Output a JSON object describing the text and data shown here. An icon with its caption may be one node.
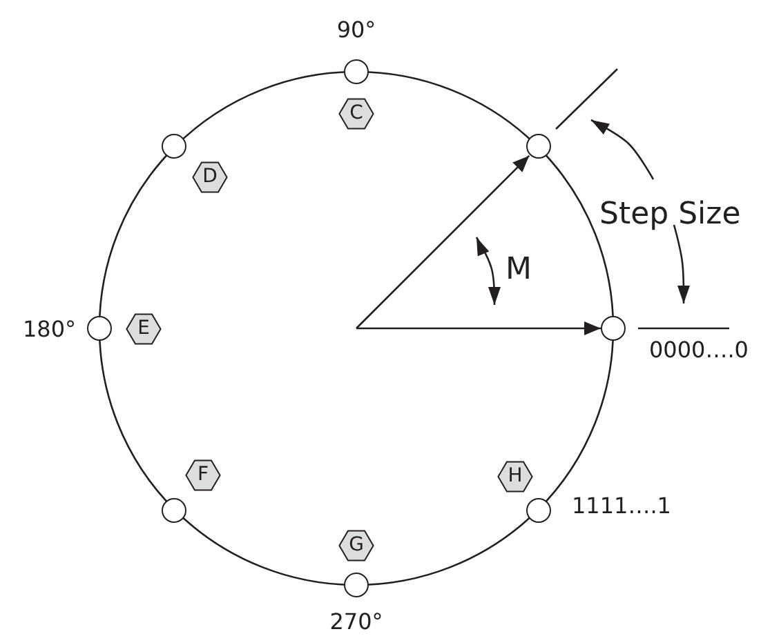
{
  "diagram": {
    "nodes": [
      {
        "text": [],
        "shape": "circle",
        "beside": [
          "90°"
        ]
      },
      {
        "text": [
          "C"
        ]
      },
      {
        "text": [],
        "shape": "circle"
      },
      {
        "text": [
          "D"
        ]
      },
      {
        "text": [],
        "shape": "circle"
      },
      {
        "text": [],
        "shape": "circle",
        "beside": [
          "180°"
        ]
      },
      {
        "text": [
          "E"
        ]
      },
      {
        "text": [],
        "shape": "circle",
        "beside": [
          "0000….0"
        ]
      },
      {
        "text": [
          "F"
        ]
      },
      {
        "text": [
          "H"
        ]
      },
      {
        "text": [],
        "shape": "circle"
      },
      {
        "text": [],
        "shape": "circle",
        "beside": [
          "1111….1"
        ]
      },
      {
        "text": [
          "G"
        ]
      },
      {
        "text": [],
        "shape": "circle",
        "beside": [
          "270°"
        ]
      }
    ],
    "edges": [
      {
        "from": null,
        "to": 2,
        "arrow": "to"
      },
      {
        "from": null,
        "to": 7,
        "arrow": "to"
      }
    ],
    "labels": [
      "Step Size",
      "M"
    ]
  }
}
